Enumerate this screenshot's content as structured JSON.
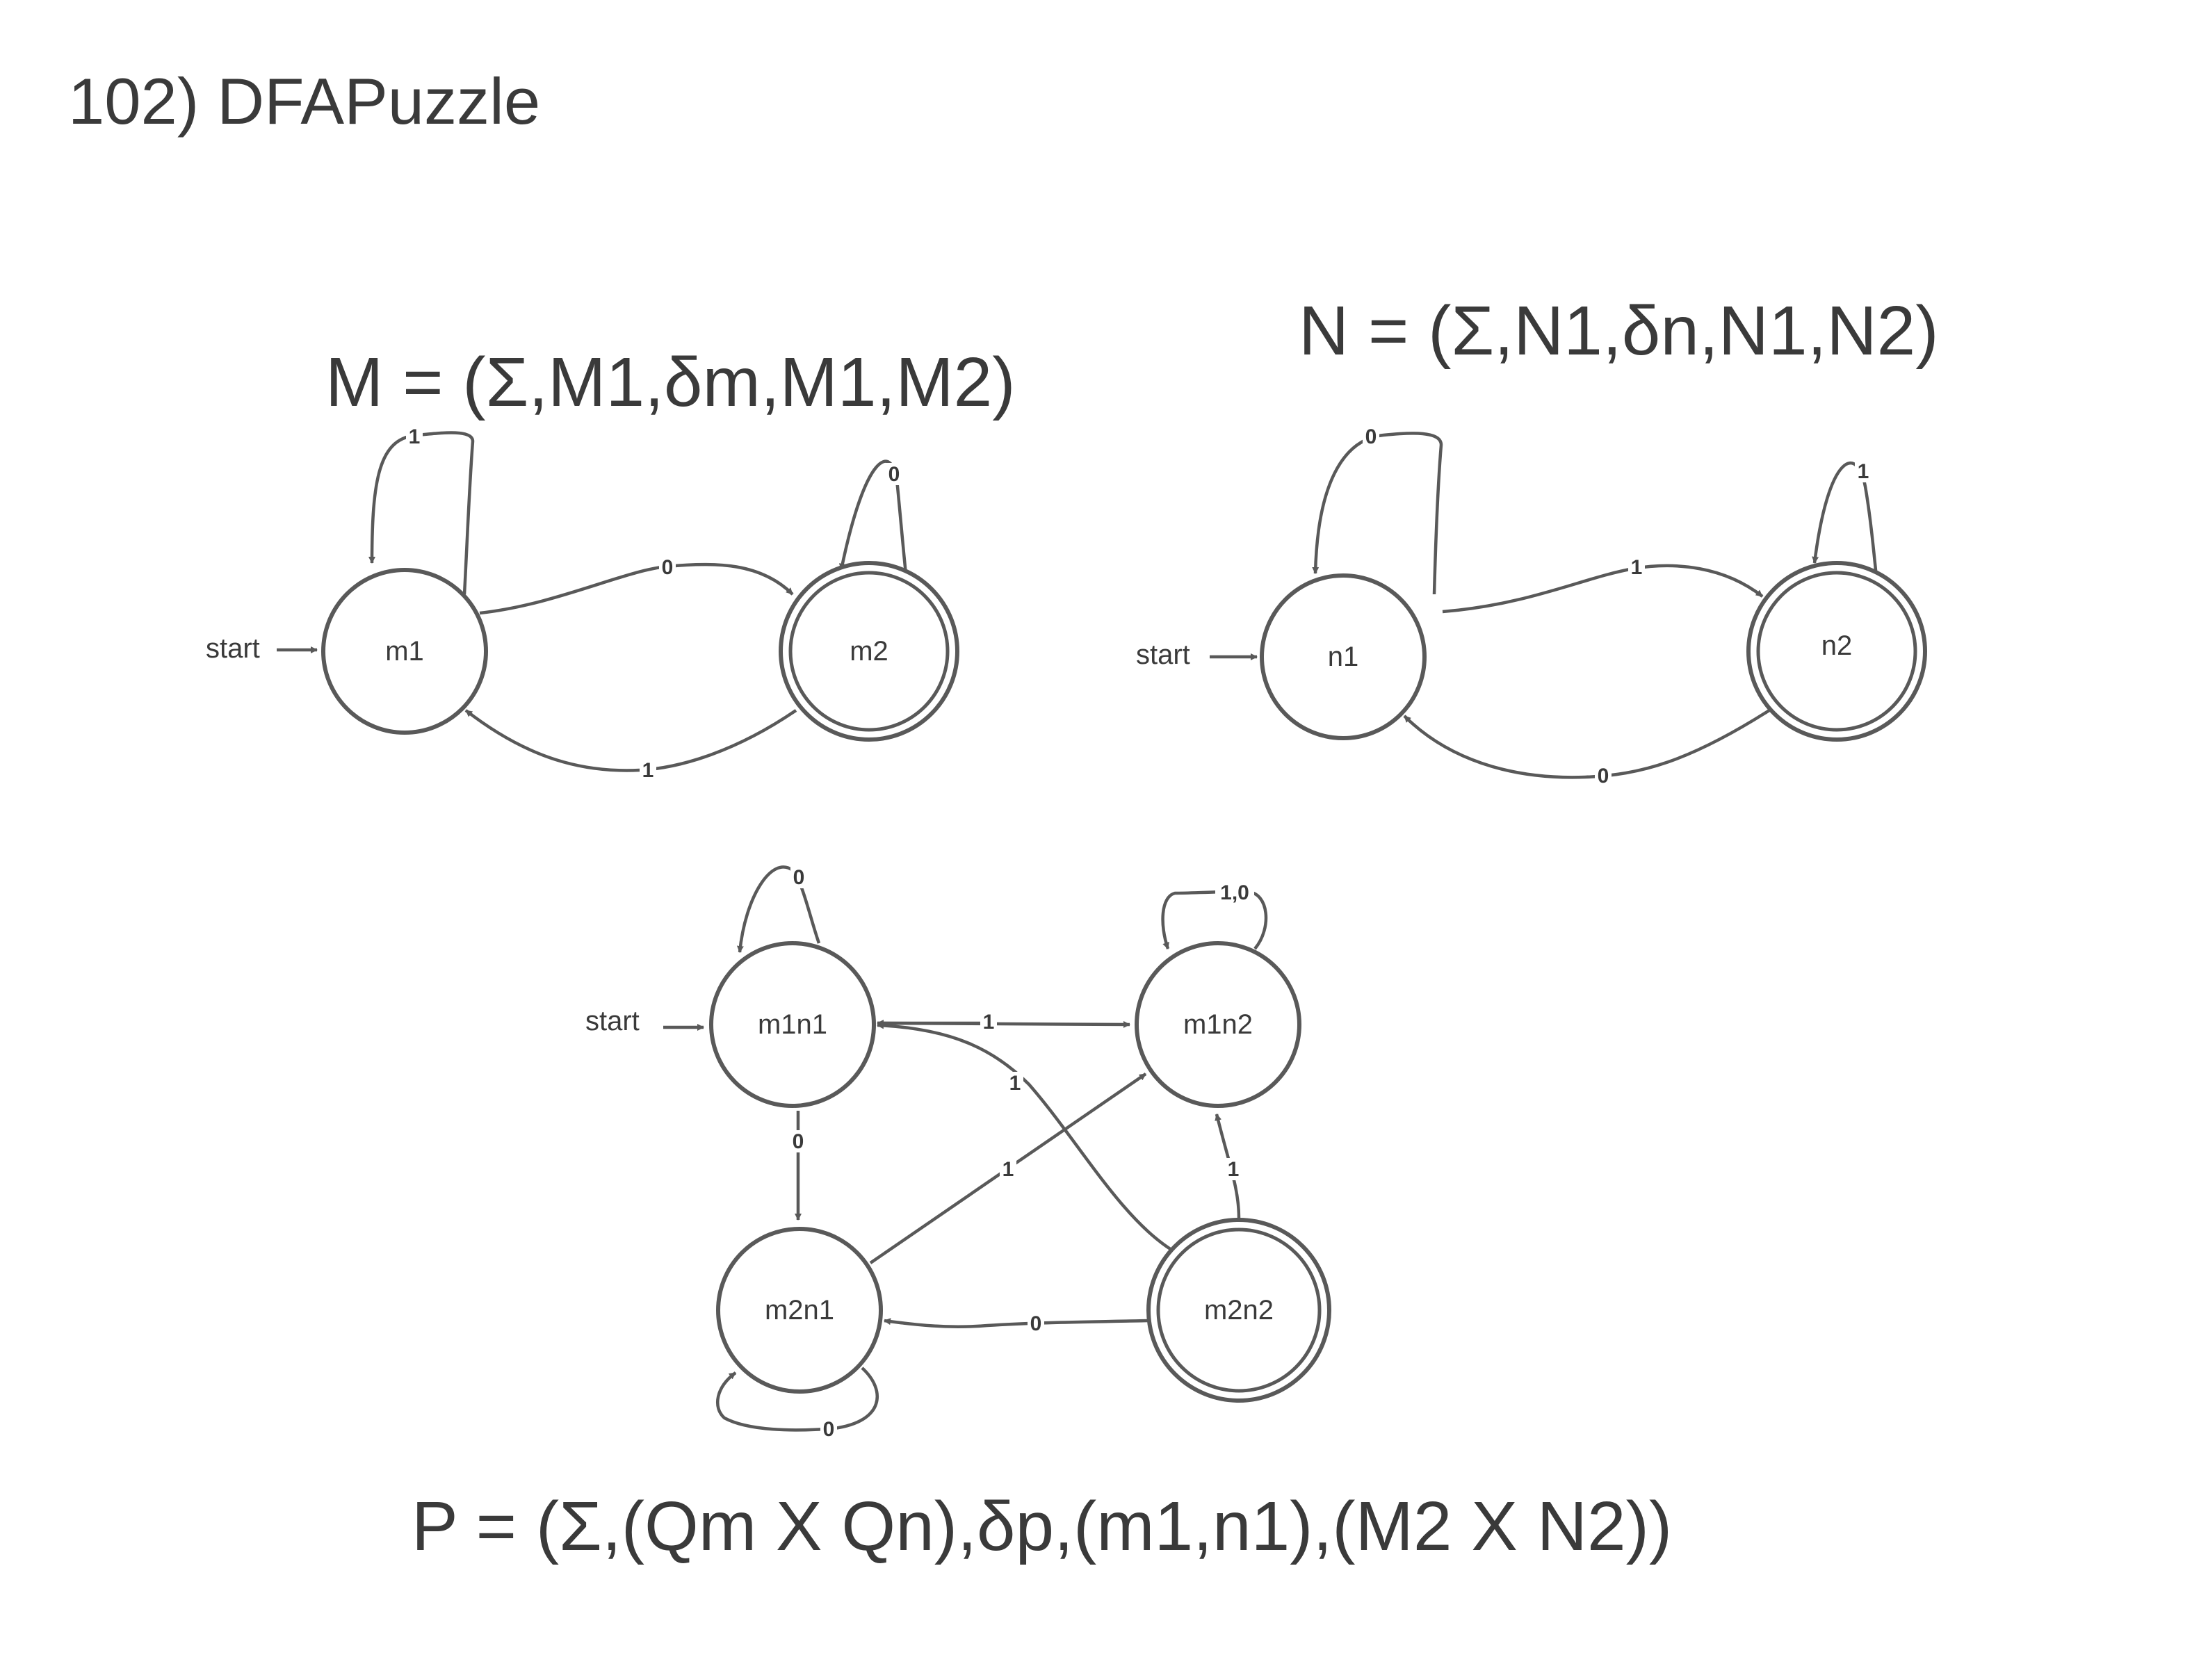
{
  "title": "102) DFAPuzzle",
  "machines": {
    "M": {
      "formula": "M = (Σ,M1,δm,M1,M2)",
      "start_label": "start",
      "states": {
        "m1": "m1",
        "m2": "m2"
      },
      "edges": {
        "m1_loop": "1",
        "m1_to_m2": "0",
        "m2_loop": "0",
        "m2_to_m1": "1"
      }
    },
    "N": {
      "formula": "N = (Σ,N1,δn,N1,N2)",
      "start_label": "start",
      "states": {
        "n1": "n1",
        "n2": "n2"
      },
      "edges": {
        "n1_loop": "0",
        "n1_to_n2": "1",
        "n2_loop": "1",
        "n2_to_n1": "0"
      }
    },
    "P": {
      "formula": "P = (Σ,(Qm X Qn),δp,(m1,n1),(M2 X N2))",
      "start_label": "start",
      "states": {
        "m1n1": "m1n1",
        "m1n2": "m1n2",
        "m2n1": "m2n1",
        "m2n2": "m2n2"
      },
      "edges": {
        "m1n1_loop": "0",
        "m1n1_m1n2": "1",
        "m1n2_loop": "1,0",
        "m2n2_to_m1n1": "1",
        "m1n1_to_m2n1": "0",
        "m2n1_to_m1n2": "1",
        "m2n2_to_m1n2": "1",
        "m2n2_to_m2n1": "0",
        "m2n1_loop": "0"
      }
    }
  }
}
